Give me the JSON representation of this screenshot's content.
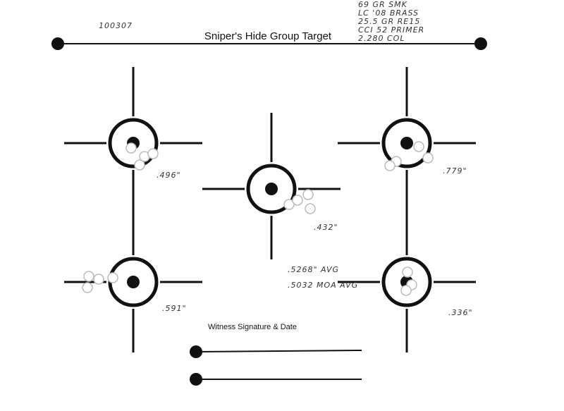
{
  "header": {
    "title": "Sniper's Hide Group Target",
    "date_note": "100307"
  },
  "load_notes": [
    "69 GR SMK",
    "LC '08 BRASS",
    "25.5 GR RE15",
    "CCI 52 PRIMER",
    "2.280 COL"
  ],
  "groups": [
    {
      "position": "top-left",
      "size": ".496\""
    },
    {
      "position": "top-right",
      "size": ".779\""
    },
    {
      "position": "center",
      "size": ".432\""
    },
    {
      "position": "bottom-left",
      "size": ".591\""
    },
    {
      "position": "bottom-right",
      "size": ".336\""
    }
  ],
  "averages": {
    "inch": ".5268\" AVG",
    "moa": ".5032 MOA AVG"
  },
  "witness": {
    "label": "Witness Signature & Date"
  },
  "colors": {
    "ink": "#111111",
    "paper": "#ffffff"
  }
}
